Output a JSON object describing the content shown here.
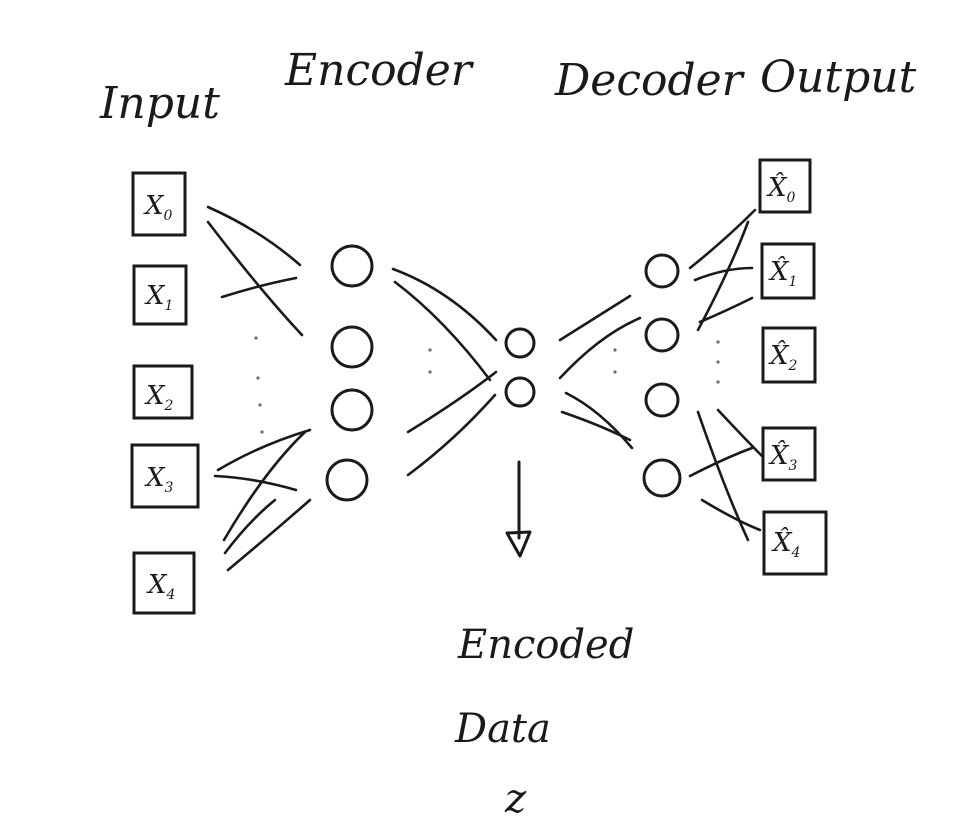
{
  "headings": {
    "input": "Input",
    "encoder": "Encoder",
    "decoder": "Decoder",
    "output": "Output"
  },
  "inputs": [
    {
      "base": "X",
      "sub": "0"
    },
    {
      "base": "X",
      "sub": "1"
    },
    {
      "base": "X",
      "sub": "2"
    },
    {
      "base": "X",
      "sub": "3"
    },
    {
      "base": "X",
      "sub": "4"
    }
  ],
  "outputs": [
    {
      "base": "X̂",
      "sub": "0"
    },
    {
      "base": "X̂",
      "sub": "1"
    },
    {
      "base": "X̂",
      "sub": "2"
    },
    {
      "base": "X̂",
      "sub": "3"
    },
    {
      "base": "X̂",
      "sub": "4"
    }
  ],
  "bottleneck_caption": {
    "line1": "Encoded",
    "line2": "Data",
    "line3": "z"
  }
}
